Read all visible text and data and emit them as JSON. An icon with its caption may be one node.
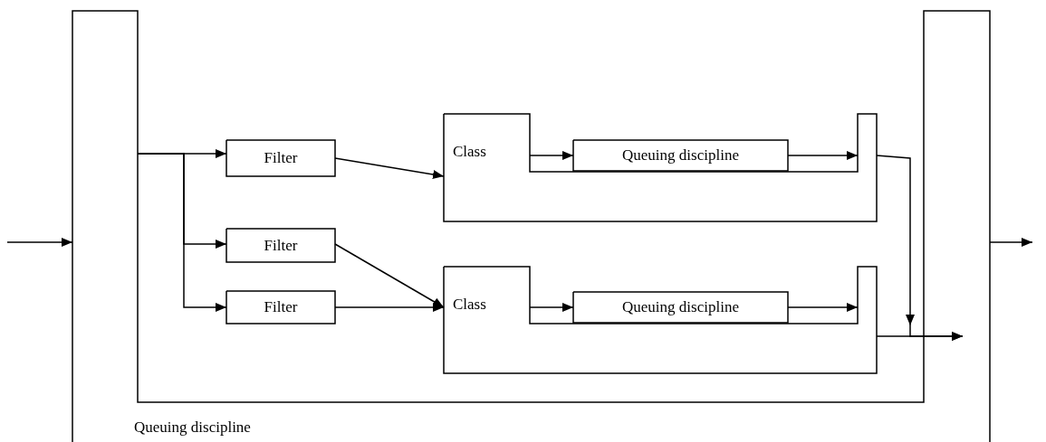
{
  "diagram": {
    "nodes": [
      {
        "text": [
          "Queuing discipline"
        ]
      },
      {
        "text": [
          "Filter"
        ],
        "in": 0
      },
      {
        "text": [
          "Class"
        ],
        "in": 0
      },
      {
        "text": [
          "Queuing discipline"
        ],
        "in": 2
      },
      {
        "text": [
          "Filter"
        ],
        "in": 0
      },
      {
        "text": [
          "Filter"
        ],
        "in": 0
      },
      {
        "text": [
          "Class"
        ],
        "in": 0
      },
      {
        "text": [
          "Queuing discipline"
        ],
        "in": 6
      }
    ],
    "edges": [
      {
        "from": null,
        "to": 0,
        "arrow": "to"
      },
      {
        "from": 0,
        "to": 1,
        "arrow": "to"
      },
      {
        "from": 0,
        "to": 4,
        "arrow": "to"
      },
      {
        "from": 0,
        "to": 5,
        "arrow": "to"
      },
      {
        "from": 1,
        "to": 2,
        "arrow": "to"
      },
      {
        "from": 4,
        "to": 6,
        "arrow": "to"
      },
      {
        "from": 5,
        "to": 6,
        "arrow": "to"
      },
      {
        "from": 2,
        "to": 3,
        "arrow": "to"
      },
      {
        "from": 3,
        "to": 2,
        "arrow": "to"
      },
      {
        "from": 6,
        "to": 7,
        "arrow": "to"
      },
      {
        "from": 7,
        "to": 6,
        "arrow": "to"
      },
      {
        "from": 2,
        "to": 0,
        "arrow": "to"
      },
      {
        "from": 6,
        "to": 0,
        "arrow": "to"
      },
      {
        "from": 0,
        "to": null,
        "arrow": "to"
      }
    ]
  }
}
